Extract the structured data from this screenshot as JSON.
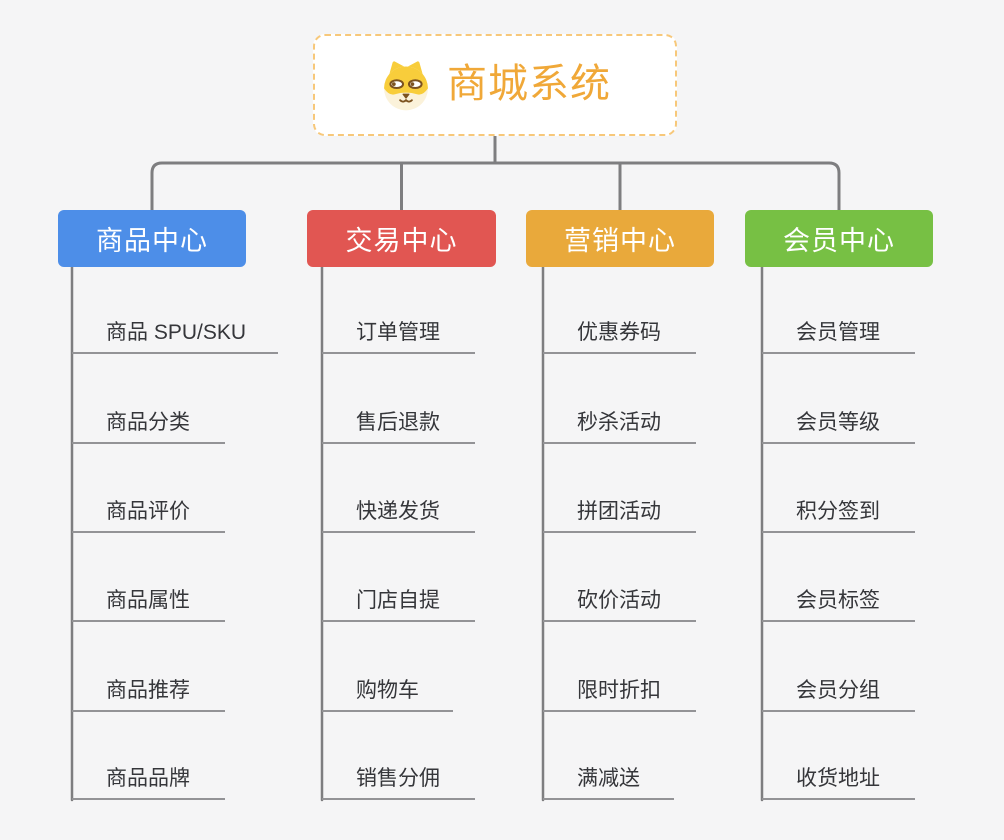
{
  "canvas": {
    "background": "#f5f5f6",
    "connector_color": "#7e7e80",
    "underline_color": "#939396"
  },
  "root": {
    "title": "商城系统",
    "icon": "dog-face-icon",
    "text_color": "#f0a838",
    "border_color": "#f7c87a"
  },
  "branches": [
    {
      "id": "product-center",
      "label": "商品中心",
      "color": "#4d8ee8",
      "children": [
        "商品 SPU/SKU",
        "商品分类",
        "商品评价",
        "商品属性",
        "商品推荐",
        "商品品牌"
      ]
    },
    {
      "id": "trade-center",
      "label": "交易中心",
      "color": "#e15652",
      "children": [
        "订单管理",
        "售后退款",
        "快递发货",
        "门店自提",
        "购物车",
        "销售分佣"
      ]
    },
    {
      "id": "marketing-center",
      "label": "营销中心",
      "color": "#e9a93b",
      "children": [
        "优惠券码",
        "秒杀活动",
        "拼团活动",
        "砍价活动",
        "限时折扣",
        "满减送"
      ]
    },
    {
      "id": "member-center",
      "label": "会员中心",
      "color": "#77c044",
      "children": [
        "会员管理",
        "会员等级",
        "积分签到",
        "会员标签",
        "会员分组",
        "收货地址"
      ]
    }
  ]
}
